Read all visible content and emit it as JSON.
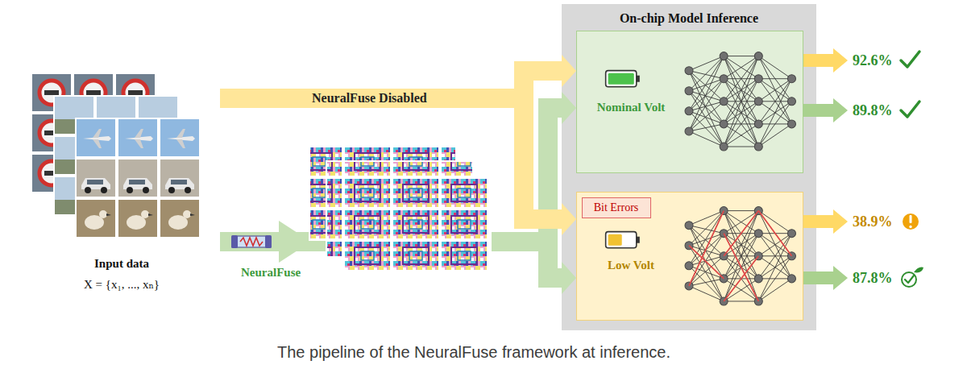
{
  "diagram": {
    "caption": "The pipeline of the NeuralFuse framework at inference.",
    "nodes": [
      {
        "text": [
          "Input data",
          "X = {x₁, ..., xₙ}"
        ]
      },
      {
        "text": [
          "On-chip Model Inference"
        ]
      },
      {
        "text": [
          "Nominal Volt"
        ],
        "in": 1
      },
      {
        "text": [
          "Low Volt"
        ],
        "in": 1
      },
      {
        "text": [
          "Bit Errors"
        ],
        "in": 3
      }
    ],
    "edges": [
      {
        "from": 0,
        "to": 2,
        "arrow": "to",
        "label": "NeuralFuse Disabled"
      },
      {
        "from": 0,
        "to": 3,
        "arrow": "to"
      },
      {
        "from": 0,
        "to": 2,
        "arrow": "to",
        "label": "NeuralFuse"
      },
      {
        "from": 0,
        "to": 3,
        "arrow": "to"
      }
    ],
    "labels": [
      "92.6%",
      "89.8%",
      "38.9%",
      "87.8%"
    ]
  }
}
